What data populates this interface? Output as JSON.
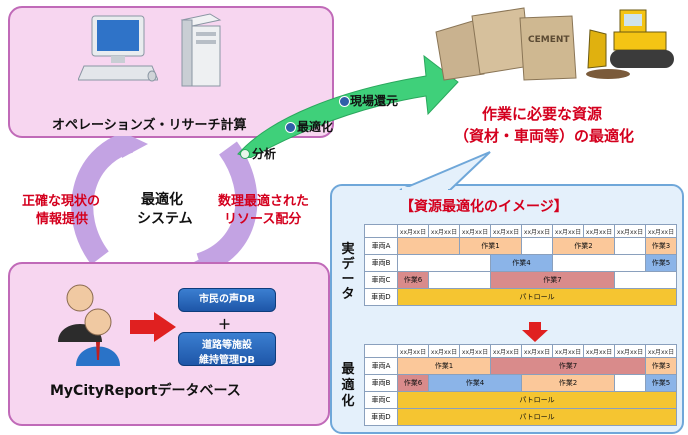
{
  "top_box": {
    "label": "オペレーションズ・リサーチ計算"
  },
  "center": {
    "line1": "最適化",
    "line2": "システム"
  },
  "left_text": {
    "line1": "正確な現状の",
    "line2": "情報提供"
  },
  "right_text": {
    "line1": "数理最適された",
    "line2": "リソース配分"
  },
  "steps": {
    "analysis": "分析",
    "optimize": "最適化",
    "return": "現場還元"
  },
  "goal_text": {
    "line1": "作業に必要な資源",
    "line2": "（資材・車両等）の最適化"
  },
  "bottom_box": {
    "db1": "市民の声DB",
    "plus": "＋",
    "db2_line1": "道路等施設",
    "db2_line2": "維持管理DB",
    "label": "MyCityReportデータベース"
  },
  "image_box": {
    "title": "【資源最適化のイメージ】",
    "real_label": "実データ",
    "opt_label": "最適化"
  },
  "icons": {
    "computer": "computer-icon",
    "server": "server-icon",
    "cement": "cement-bags-icon",
    "bulldozer": "bulldozer-icon",
    "people": "people-icon"
  },
  "schedule": {
    "date_label": "xx月xx日",
    "real": [
      {
        "vehicle": "車両A",
        "cells": [
          [
            "o",
            2,
            ""
          ],
          [
            "o",
            2,
            "作業1"
          ],
          [
            "e",
            1,
            ""
          ],
          [
            "o",
            2,
            "作業2"
          ],
          [
            "e",
            1,
            ""
          ],
          [
            "o",
            1,
            "作業3"
          ]
        ]
      },
      {
        "vehicle": "車両B",
        "cells": [
          [
            "e",
            3,
            ""
          ],
          [
            "b",
            2,
            "作業4"
          ],
          [
            "e",
            3,
            ""
          ],
          [
            "b",
            1,
            "作業5"
          ]
        ]
      },
      {
        "vehicle": "車両C",
        "cells": [
          [
            "r",
            1,
            "作業6"
          ],
          [
            "e",
            2,
            ""
          ],
          [
            "r",
            4,
            "作業7"
          ],
          [
            "e",
            2,
            ""
          ]
        ]
      },
      {
        "vehicle": "車両D",
        "cells": [
          [
            "y",
            9,
            "パトロール"
          ]
        ]
      }
    ],
    "optimized": [
      {
        "vehicle": "車両A",
        "cells": [
          [
            "o",
            3,
            "作業1"
          ],
          [
            "r",
            5,
            "作業7"
          ],
          [
            "o",
            1,
            "作業3"
          ]
        ]
      },
      {
        "vehicle": "車両B",
        "cells": [
          [
            "r",
            1,
            "作業6"
          ],
          [
            "b",
            3,
            "作業4"
          ],
          [
            "o",
            3,
            "作業2"
          ],
          [
            "e",
            1,
            ""
          ],
          [
            "b",
            1,
            "作業5"
          ]
        ]
      },
      {
        "vehicle": "車両C",
        "cells": [
          [
            "y",
            9,
            "パトロール"
          ]
        ]
      },
      {
        "vehicle": "車両D",
        "cells": [
          [
            "y",
            9,
            "パトロール"
          ]
        ]
      }
    ]
  }
}
